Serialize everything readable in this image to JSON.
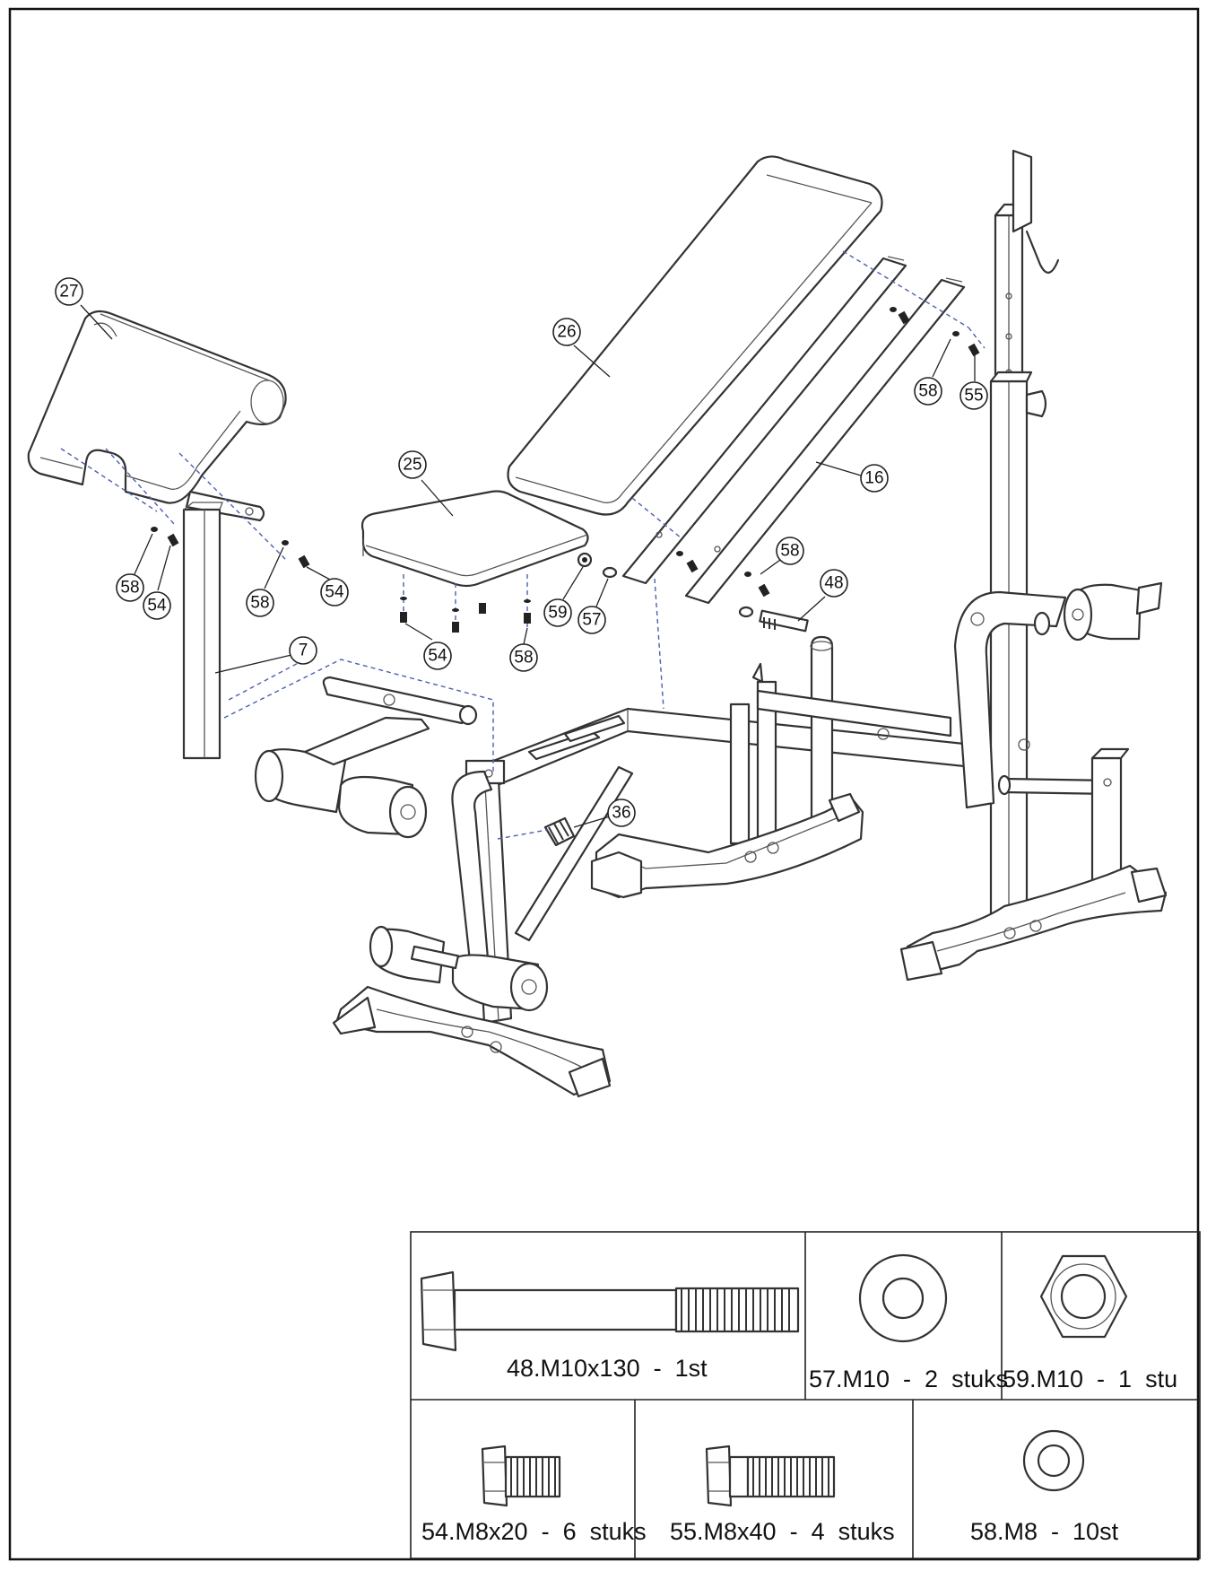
{
  "callouts": {
    "c27": "27",
    "c26": "26",
    "c25": "25",
    "c16": "16",
    "c7": "7",
    "c36": "36",
    "c48": "48",
    "c54a": "54",
    "c54b": "54",
    "c54c": "54",
    "c55": "55",
    "c57": "57",
    "c59": "59",
    "c58a": "58",
    "c58b": "58",
    "c58c": "58",
    "c58d": "58",
    "c58e": "58"
  },
  "parts_table": {
    "row1": [
      {
        "label": "48.M10x130  -  1st",
        "icon": "long-bolt-icon"
      },
      {
        "label": "57.M10  -  2  stuks",
        "icon": "washer-icon"
      },
      {
        "label": "59.M10  -  1  stu",
        "icon": "hex-nut-icon"
      }
    ],
    "row2": [
      {
        "label": "54.M8x20  -  6  stuks",
        "icon": "short-bolt-icon"
      },
      {
        "label": "55.M8x40  -  4  stuks",
        "icon": "medium-bolt-icon"
      },
      {
        "label": "58.M8  -  10st",
        "icon": "small-washer-icon"
      }
    ]
  }
}
